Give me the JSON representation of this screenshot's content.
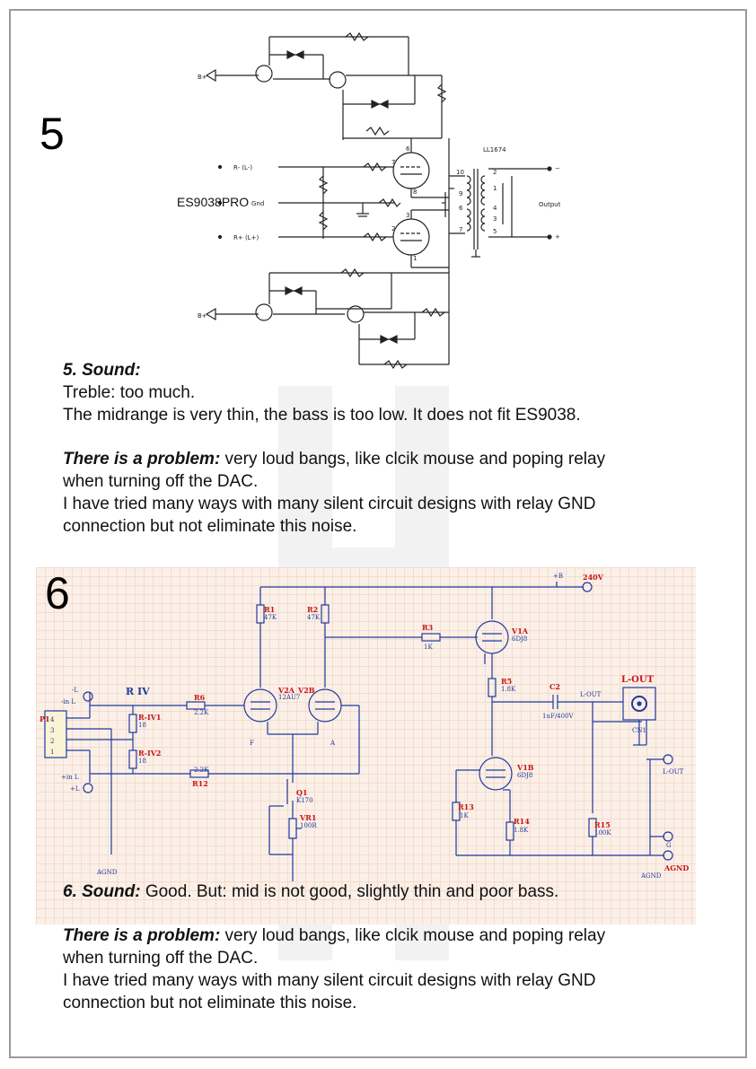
{
  "section5": {
    "number": "5",
    "schematic": {
      "title": "ES9038PRO",
      "labels": {
        "b_plus": "B+",
        "r_minus": "R- (L-)",
        "gnd": "Gnd",
        "r_plus": "R+ (L+)",
        "transformer": "LL1674",
        "output": "Output",
        "tube_top_pin_a": "6",
        "tube_top_pin_g": "7",
        "tube_top_pin_k": "8",
        "tube_bot_pin_a": "3",
        "tube_bot_pin_g": "2",
        "tube_bot_pin_k": "1",
        "tr_p10": "10",
        "tr_p9": "9",
        "tr_p6": "6",
        "tr_p7": "7",
        "tr_s2": "2",
        "tr_s1": "1",
        "tr_s4": "4",
        "tr_s3": "3",
        "tr_s5": "5",
        "out_minus": "−",
        "out_plus": "+"
      }
    },
    "sound_heading": "5. Sound:",
    "sound_lines": [
      "Treble:   too much.",
      "The midrange is very thin, the bass is too low.  It does not fit ES9038."
    ],
    "problem_heading": "There is a problem:",
    "problem_first": "  very loud bangs, like clcik mouse and poping relay",
    "problem_lines": [
      "when turning off the DAC.",
      "I have tried many ways with many silent circuit designs with relay GND",
      "connection but not eliminate this noise."
    ]
  },
  "section6": {
    "number": "6",
    "schematic": {
      "labels": {
        "b_plus": "+B",
        "hv": "240V",
        "r1": "R1",
        "r1v": "47K",
        "r2": "R2",
        "r2v": "47K",
        "r3": "R3",
        "r3v": "1K",
        "v1a": "V1A",
        "v1a_type": "6DJ8",
        "r_iv": "R IV",
        "minus_l": "-L",
        "minus_in_l": "-in L",
        "r6": "R6",
        "r6v": "2.2K",
        "v2a": "V2A",
        "v2a_type": "12AU7",
        "v2b": "V2B",
        "r_iv1": "R-IV1",
        "r_iv1v": "18",
        "r_iv2": "R-IV2",
        "r_iv2v": "18",
        "p1": "P1",
        "p1_pins": [
          "4",
          "3",
          "2",
          "1"
        ],
        "plus_in_l": "+in L",
        "plus_l": "+L",
        "r12v": "2.2K",
        "r12": "R12",
        "r5": "R5",
        "r5v": "1.8K",
        "c2": "C2",
        "c2v": "1uF/400V",
        "l_out_net": "L-OUT",
        "l_out_conn": "L-OUT",
        "cn1": "CN1",
        "q1": "Q1",
        "q1_type": "K170",
        "vr1": "VR1",
        "vr1v": "100R",
        "v1b": "V1B",
        "v1b_type": "6DJ8",
        "r13": "R13",
        "r13v": "1K",
        "r14": "R14",
        "r14v": "1.8K",
        "r15": "R15",
        "r15v": "100K",
        "l_out_term": "L-OUT",
        "g": "G",
        "agnd_left": "AGND",
        "agnd_right_small": "AGND",
        "agnd_right": "AGND",
        "heater_f": "F",
        "heater_a": "A"
      }
    },
    "sound_heading": "6. Sound:",
    "sound_text": "  Good. But: mid is not good, slightly thin and poor bass.",
    "problem_heading": "There is a problem:",
    "problem_first": "  very loud bangs, like clcik mouse and poping relay",
    "problem_lines": [
      "when turning off the DAC.",
      "I have tried many ways with many silent circuit designs with relay GND",
      "connection but not eliminate this noise."
    ]
  },
  "colors": {
    "schematic_grid_bg": "#fbf0e8",
    "wire_blue": "#1f3a9e",
    "label_red": "#c81414",
    "value_blue": "#1f3a9e"
  }
}
